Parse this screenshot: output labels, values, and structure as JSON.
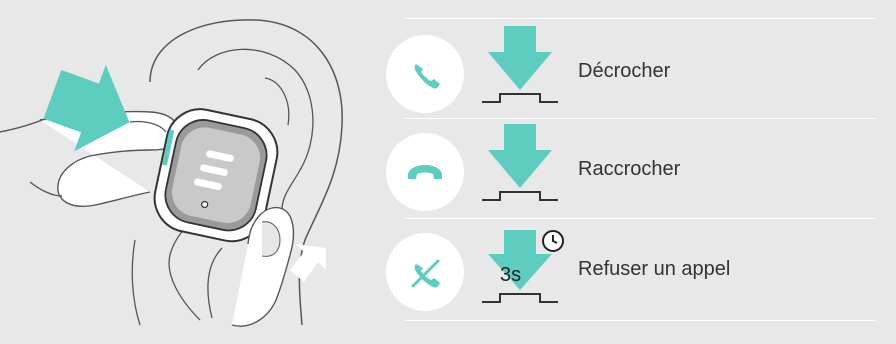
{
  "colors": {
    "background": "#e8e8e8",
    "accent": "#5dcdc0",
    "line": "#4a4a4a",
    "circle": "#ffffff"
  },
  "actions": [
    {
      "icon": "phone-answer-icon",
      "label": "Décrocher"
    },
    {
      "icon": "phone-hangup-icon",
      "label": "Raccrocher"
    },
    {
      "icon": "phone-reject-icon",
      "label": "Refuser un appel",
      "hold": "3s",
      "hold_icon": "clock-icon"
    }
  ]
}
